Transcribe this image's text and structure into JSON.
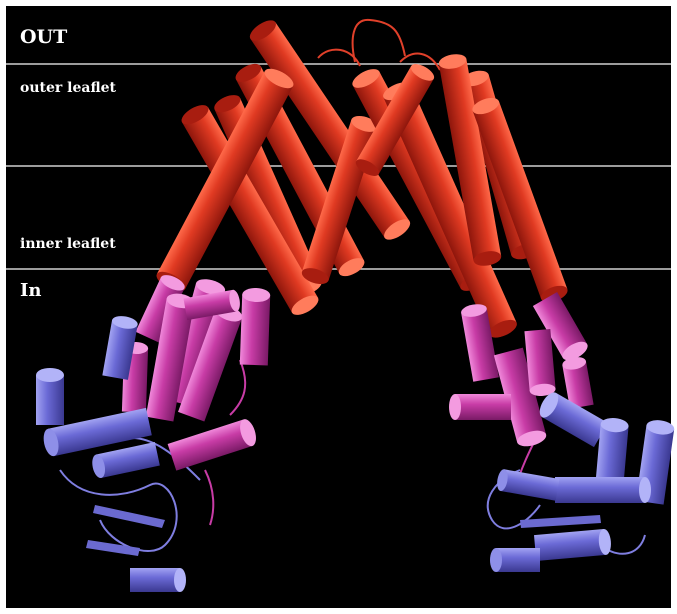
{
  "labels": {
    "out": "OUT",
    "outer_leaflet": "outer leaflet",
    "inner_leaflet": "inner leaflet",
    "in": "In"
  },
  "colors": {
    "background": "#000000",
    "membrane_lines": "#cfcfcf",
    "label_text": "#ffffff",
    "transmembrane_helix": "#d8321f",
    "interface_helix": "#c2399f",
    "cytoplasmic_domain": "#6b6ad0"
  }
}
